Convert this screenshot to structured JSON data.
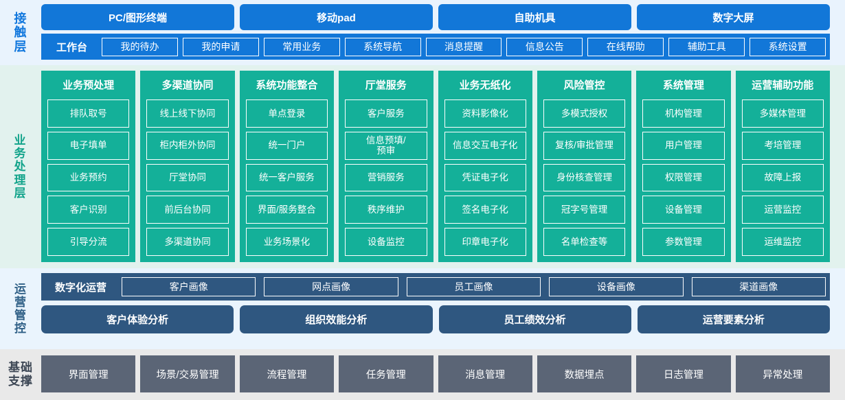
{
  "layers": {
    "contact": {
      "label": "接触层",
      "accent": "#1277d8",
      "background": "#e9f3fd",
      "channels": [
        "PC/图形终端",
        "移动pad",
        "自助机具",
        "数字大屏"
      ],
      "workbench_title": "工作台",
      "workbench_items": [
        "我的待办",
        "我的申请",
        "常用业务",
        "系统导航",
        "消息提醒",
        "信息公告",
        "在线帮助",
        "辅助工具",
        "系统设置"
      ]
    },
    "business": {
      "label": "业务处理层",
      "accent": "#14b099",
      "background": "#e2f2ee",
      "columns": [
        {
          "title": "业务预处理",
          "items": [
            "排队取号",
            "电子填单",
            "业务预约",
            "客户识别",
            "引导分流"
          ]
        },
        {
          "title": "多渠道协同",
          "items": [
            "线上线下协同",
            "柜内柜外协同",
            "厅堂协同",
            "前后台协同",
            "多渠道协同"
          ]
        },
        {
          "title": "系统功能整合",
          "items": [
            "单点登录",
            "统一门户",
            "统一客户服务",
            "界面/服务整合",
            "业务场景化"
          ]
        },
        {
          "title": "厅堂服务",
          "items": [
            "客户服务",
            "信息预填/\n预审",
            "营销服务",
            "秩序维护",
            "设备监控"
          ]
        },
        {
          "title": "业务无纸化",
          "items": [
            "资料影像化",
            "信息交互电子化",
            "凭证电子化",
            "签名电子化",
            "印章电子化"
          ]
        },
        {
          "title": "风险管控",
          "items": [
            "多模式授权",
            "复核/审批管理",
            "身份核查管理",
            "冠字号管理",
            "名单检查等"
          ]
        },
        {
          "title": "系统管理",
          "items": [
            "机构管理",
            "用户管理",
            "权限管理",
            "设备管理",
            "参数管理"
          ]
        },
        {
          "title": "运营辅助功能",
          "items": [
            "多媒体管理",
            "考培管理",
            "故障上报",
            "运营监控",
            "运维监控"
          ]
        }
      ]
    },
    "operations": {
      "label": "运营管控",
      "accent": "#2f5780",
      "background": "#eaf4fd",
      "portrait_title": "数字化运营",
      "portrait_items": [
        "客户画像",
        "网点画像",
        "员工画像",
        "设备画像",
        "渠道画像"
      ],
      "analysis_items": [
        "客户体验分析",
        "组织效能分析",
        "员工绩效分析",
        "运营要素分析"
      ]
    },
    "base": {
      "label": "基础\n支撑",
      "accent": "#5b6576",
      "background": "#e9e9e9",
      "items": [
        "界面管理",
        "场景/交易管理",
        "流程管理",
        "任务管理",
        "消息管理",
        "数据埋点",
        "日志管理",
        "异常处理"
      ]
    }
  }
}
